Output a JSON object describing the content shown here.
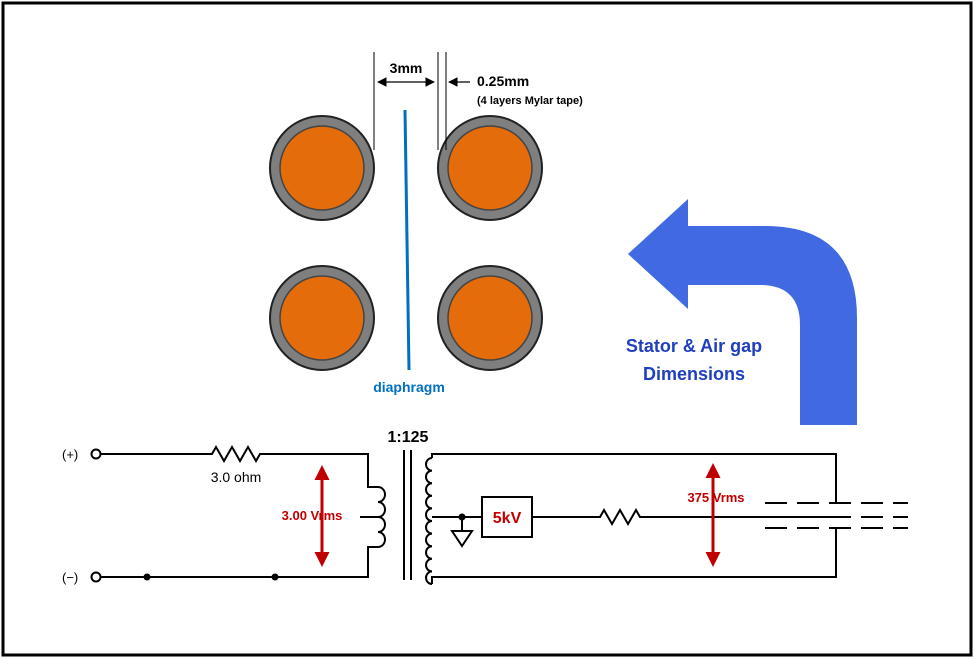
{
  "dimensions": {
    "gap_label": "3mm",
    "thickness_label": "0.25mm",
    "thickness_note": "(4 layers Mylar tape)",
    "diaphragm_label": "diaphragm"
  },
  "callout": {
    "line1": "Stator & Air gap",
    "line2": "Dimensions"
  },
  "circuit": {
    "ratio_label": "1:125",
    "plus_terminal": "(+)",
    "minus_terminal": "(−)",
    "resistor_label": "3.0 ohm",
    "primary_voltage": "3.00 Vrms",
    "secondary_voltage": "375 Vrms",
    "supply_label": "5kV"
  },
  "colors": {
    "rod_fill": "#e46c0a",
    "rod_ring": "#7f7f7f",
    "diaphragm": "#0070c0",
    "arrow": "#4169e1",
    "callout_text": "#1f3fbf",
    "voltage_arrow": "#c00000",
    "frame": "#000000"
  }
}
